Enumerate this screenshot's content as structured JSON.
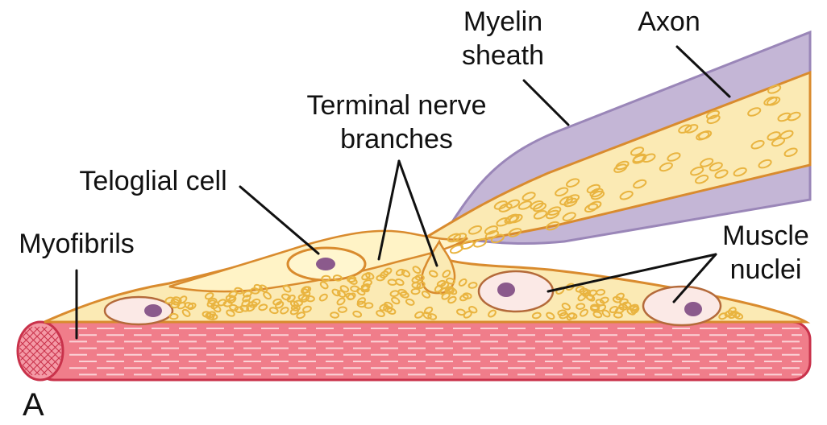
{
  "labels": {
    "myelin_sheath": [
      "Myelin",
      "sheath"
    ],
    "axon": "Axon",
    "terminal_nerve_branches": [
      "Terminal nerve",
      "branches"
    ],
    "teloglial_cell": "Teloglial cell",
    "myofibrils": "Myofibrils",
    "muscle_nuclei": [
      "Muscle",
      "nuclei"
    ]
  },
  "panel_letter": "A",
  "colors": {
    "muscle_fill": "#f07d8a",
    "muscle_edge": "#c9324b",
    "muscle_stripe": "#fbd3d7",
    "sarcoplasm_fill": "#fbeab4",
    "sarcoplasm_edge": "#d98b2e",
    "granule": "#e9b440",
    "myelin_fill": "#c4b6d6",
    "myelin_edge": "#9a86b8",
    "nucleus_fill": "#fbe9e6",
    "nucleolus": "#8b5a8c",
    "teloglial_fill": "#fff6cf"
  }
}
